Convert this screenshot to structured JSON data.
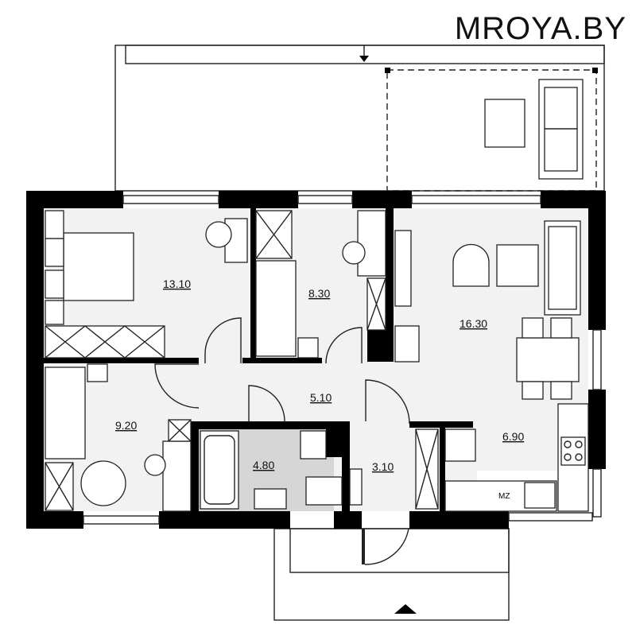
{
  "brand": "MROYA.BY",
  "rooms": [
    {
      "id": "bedroom-1",
      "area": "13.10"
    },
    {
      "id": "bedroom-2",
      "area": "8.30"
    },
    {
      "id": "living-room",
      "area": "16.30"
    },
    {
      "id": "hallway",
      "area": "5.10"
    },
    {
      "id": "bedroom-3",
      "area": "9.20"
    },
    {
      "id": "bathroom",
      "area": "4.80"
    },
    {
      "id": "vestibule",
      "area": "3.10"
    },
    {
      "id": "kitchen",
      "area": "6.90"
    }
  ],
  "appliance_label": "MZ",
  "colors": {
    "walls": "#000000",
    "floor": "#f2f2f2",
    "tile": "#d6d6d6"
  }
}
